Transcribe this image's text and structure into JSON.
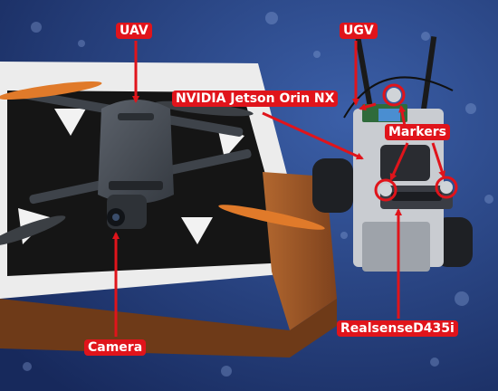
{
  "labels": {
    "uav": "UAV",
    "ugv": "UGV",
    "jetson": "NVIDIA Jetson Orin NX",
    "markers": "Markers",
    "camera": "Camera",
    "realsense": "RealsenseD435i"
  },
  "colors": {
    "annotation": "#e0141b",
    "floor": "#1f3a78",
    "landing_pad": "#f2f2f2",
    "wood_base": "#a0582a",
    "drone_body": "#4a4f57",
    "propeller": "#e07a2a"
  }
}
